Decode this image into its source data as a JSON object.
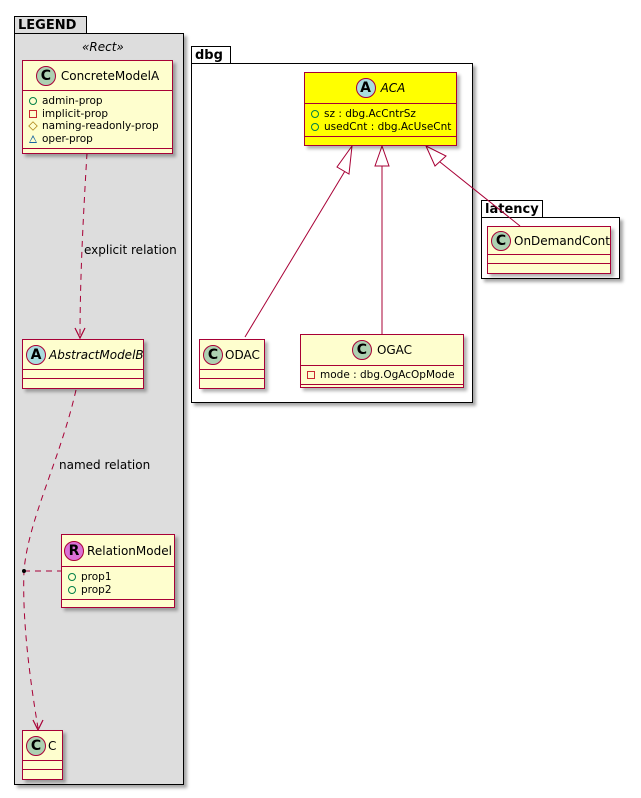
{
  "colors": {
    "class_fill": "#FEFECE",
    "class_border": "#A80036",
    "highlight_fill": "#FFFF00",
    "legend_fill": "#DDDDDD",
    "badge_class": "#ADD1B2",
    "badge_abstract": "#A9DCDF",
    "badge_relation": "#DA70D6"
  },
  "packages": {
    "legend": {
      "name": "LEGEND",
      "stereotype": "«Rect»"
    },
    "dbg": {
      "name": "dbg"
    },
    "latency": {
      "name": "latency"
    }
  },
  "legend_classes": {
    "concrete": {
      "badge": "C",
      "name": "ConcreteModelA",
      "attributes": [
        {
          "visibility": "public",
          "text": "admin-prop"
        },
        {
          "visibility": "private",
          "text": "implicit-prop"
        },
        {
          "visibility": "protected",
          "text": "naming-readonly-prop"
        },
        {
          "visibility": "package",
          "text": "oper-prop"
        }
      ]
    },
    "abstract": {
      "badge": "A",
      "name": "AbstractModelB"
    },
    "relation": {
      "badge": "R",
      "name": "RelationModel",
      "attributes": [
        {
          "visibility": "public",
          "text": "prop1"
        },
        {
          "visibility": "public",
          "text": "prop2"
        }
      ]
    },
    "c": {
      "badge": "C",
      "name": "C"
    }
  },
  "legend_relations": {
    "explicit": "explicit relation",
    "named": "named relation"
  },
  "dbg_classes": {
    "aca": {
      "badge": "A",
      "name": "ACA",
      "attributes": [
        {
          "visibility": "public",
          "text": "sz : dbg.AcCntrSz"
        },
        {
          "visibility": "public",
          "text": "usedCnt : dbg.AcUseCnt"
        }
      ]
    },
    "odac": {
      "badge": "C",
      "name": "ODAC"
    },
    "ogac": {
      "badge": "C",
      "name": "OGAC",
      "attributes": [
        {
          "visibility": "private",
          "text": "mode : dbg.OgAcOpMode"
        }
      ]
    }
  },
  "latency_classes": {
    "ondemand": {
      "badge": "C",
      "name": "OnDemandCont"
    }
  }
}
